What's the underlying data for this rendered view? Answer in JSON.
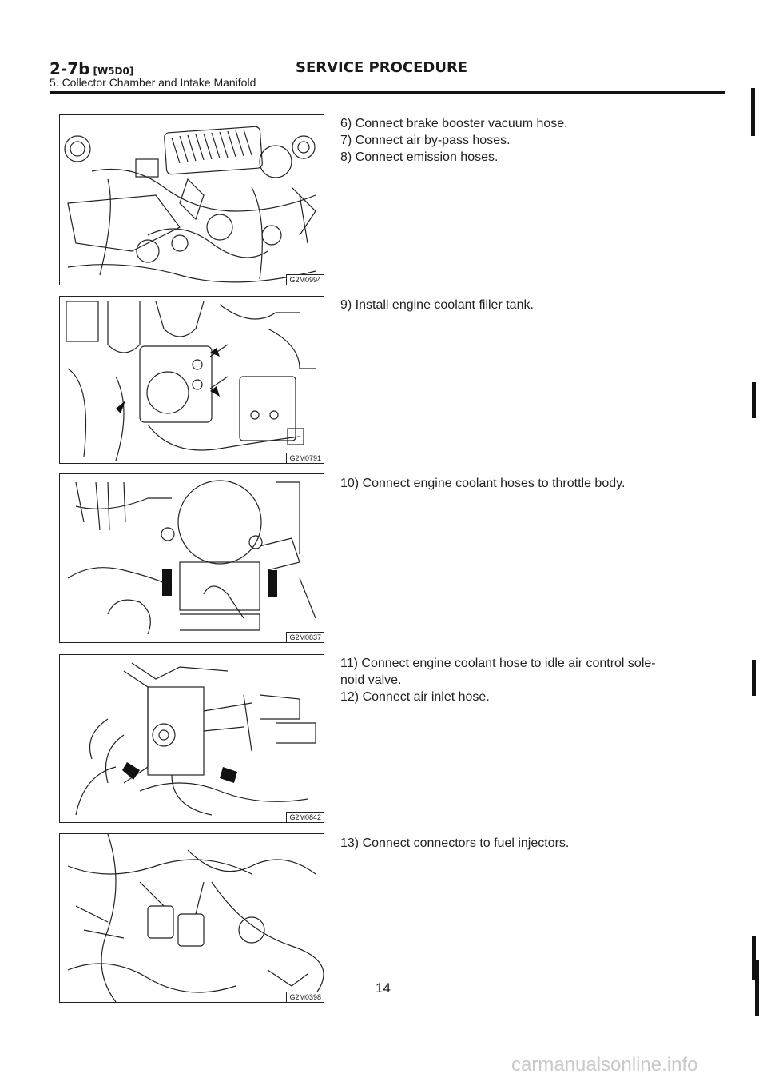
{
  "header": {
    "section": "2-7b",
    "code": "[W5D0]",
    "title": "SERVICE PROCEDURE",
    "subtitle": "5. Collector Chamber and Intake Manifold"
  },
  "figures": [
    {
      "id": "G2M0994"
    },
    {
      "id": "G2M0791"
    },
    {
      "id": "G2M0837"
    },
    {
      "id": "G2M0842"
    },
    {
      "id": "G2M0398"
    }
  ],
  "steps": [
    {
      "lines": [
        "6) Connect brake booster vacuum hose.",
        "7) Connect air by-pass hoses.",
        "8) Connect emission hoses."
      ]
    },
    {
      "lines": [
        "9) Install engine coolant filler tank."
      ]
    },
    {
      "lines": [
        "10) Connect engine coolant hoses to throttle body."
      ]
    },
    {
      "lines": [
        "11) Connect engine coolant hose to idle air control sole-",
        "noid valve.",
        "12) Connect air inlet hose."
      ]
    },
    {
      "lines": [
        "13) Connect connectors to fuel injectors."
      ]
    }
  ],
  "page_number": "14",
  "watermark": "carmanualsonline.info"
}
